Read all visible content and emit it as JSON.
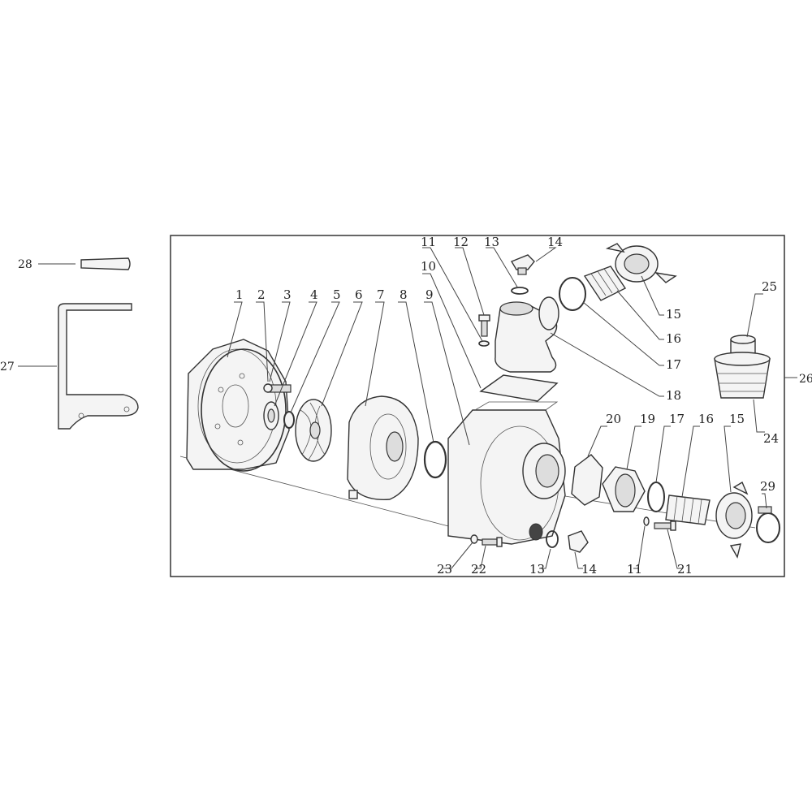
{
  "callouts": {
    "p1": "1",
    "p2": "2",
    "p3": "3",
    "p4": "4",
    "p5": "5",
    "p6": "6",
    "p7": "7",
    "p8": "8",
    "p9": "9",
    "p10": "10",
    "p11_top": "11",
    "p11_bottom": "11",
    "p12": "12",
    "p13_top": "13",
    "p13_bottom": "13",
    "p14_top": "14",
    "p14_bottom": "14",
    "p15_top": "15",
    "p15_right": "15",
    "p16_top": "16",
    "p16_right": "16",
    "p17_top": "17",
    "p17_right": "17",
    "p18": "18",
    "p19": "19",
    "p20": "20",
    "p21": "21",
    "p22": "22",
    "p23": "23",
    "p24": "24",
    "p25": "25",
    "p26": "26",
    "p27": "27",
    "p28": "28",
    "p29": "29"
  },
  "colors": {
    "line": "#333333",
    "fill": "#f4f4f4",
    "background": "#ffffff"
  }
}
